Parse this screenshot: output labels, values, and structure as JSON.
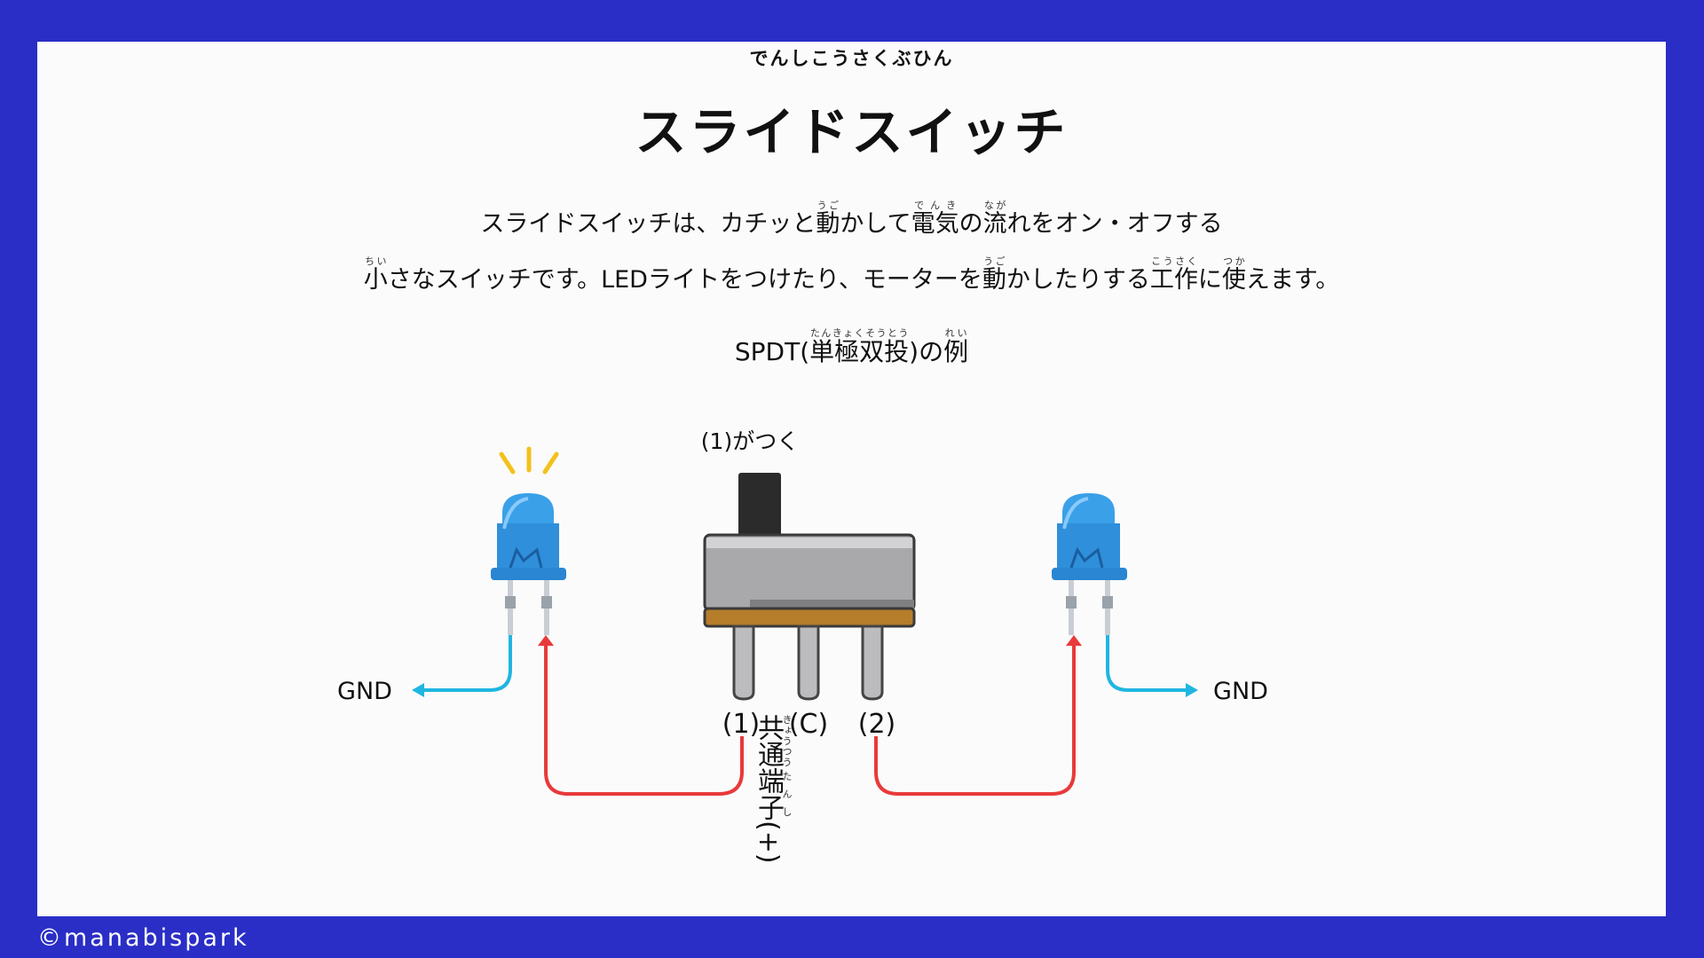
{
  "header": {
    "kicker": "でんしこうさくぶひん",
    "title": "スライドスイッチ"
  },
  "description": {
    "line1": [
      {
        "t": "スライドスイッチは、カチッと"
      },
      {
        "t": "動",
        "r": "うご"
      },
      {
        "t": "かして"
      },
      {
        "t": "電気",
        "r": "でんき"
      },
      {
        "t": "の"
      },
      {
        "t": "流",
        "r": "なが"
      },
      {
        "t": "れをオン・オフする"
      }
    ],
    "line2": [
      {
        "t": "小",
        "r": "ちい"
      },
      {
        "t": "さなスイッチです。LEDライトをつけたり、モーターを"
      },
      {
        "t": "動",
        "r": "うご"
      },
      {
        "t": "かしたりする"
      },
      {
        "t": "工作",
        "r": "こうさく"
      },
      {
        "t": "に"
      },
      {
        "t": "使",
        "r": "つか"
      },
      {
        "t": "えます。"
      }
    ]
  },
  "subtitle": [
    {
      "t": "SPDT("
    },
    {
      "t": "単極双投",
      "r": "たんきょくそうとう"
    },
    {
      "t": ")の"
    },
    {
      "t": "例",
      "r": "れい"
    }
  ],
  "diagram": {
    "state_label": "(1)がつく",
    "pin_left": "(1)",
    "pin_center": "(C)",
    "pin_right": "(2)",
    "gnd_left": "GND",
    "gnd_right": "GND",
    "common_label": [
      {
        "t": "共通",
        "r": "きょうつう"
      },
      {
        "t": "端子",
        "r": "たんし"
      },
      {
        "t": "(+)"
      }
    ]
  },
  "colors": {
    "frame": "#2a2ec6",
    "panel": "#fbfbfc",
    "wire_positive": "#e83a3a",
    "wire_ground": "#1fb6e0",
    "led_blue": "#3aa0e8",
    "glow": "#f2c21b"
  },
  "icons": [
    "led-lit-icon",
    "led-off-icon",
    "slide-switch-icon"
  ],
  "footer": {
    "copyright": "©manabispark"
  }
}
